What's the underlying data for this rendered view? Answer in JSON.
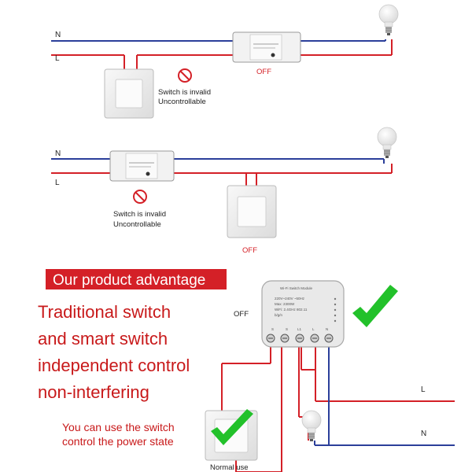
{
  "wires": {
    "neutral": "N",
    "live": "L"
  },
  "scenario_top": {
    "switch_note_line1": "Switch is invalid",
    "switch_note_line2": "Uncontrollable",
    "state": "OFF"
  },
  "scenario_middle": {
    "switch_note_line1": "Switch is invalid",
    "switch_note_line2": "Uncontrollable",
    "state": "OFF"
  },
  "advantage": {
    "banner": "Our product advantage",
    "claim_lines": [
      "Traditional switch",
      "and smart switch",
      "independent control",
      "non-interfering"
    ],
    "sub_lines": [
      "You can use the switch",
      "control the power state"
    ],
    "state": "OFF",
    "normal_use": "Normal use",
    "module": {
      "title": "Wi-Fi  Switch Module",
      "spec_lines": [
        "220V~240V ~50Hz",
        "Max: 2300W",
        "WiFi: 2.4GHz 802.11",
        "b/g/n"
      ],
      "terminals": [
        "S",
        "S",
        "L1",
        "L",
        "N"
      ]
    }
  },
  "colors": {
    "neutral_wire": "#2b3f9a",
    "live_wire": "#d42027",
    "banner": "#d42027",
    "claim_text": "#c8191a",
    "check": "#22c12a"
  }
}
